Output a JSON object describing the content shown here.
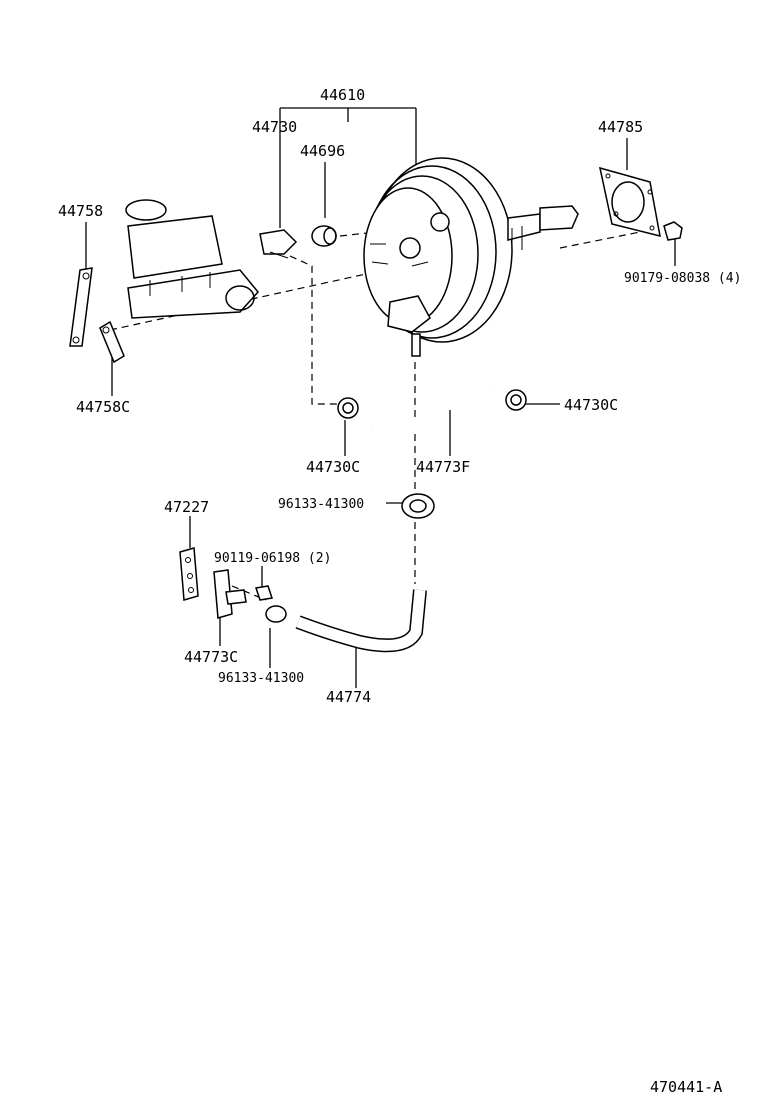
{
  "labels": {
    "p44610": "44610",
    "p44730": "44730",
    "p44696": "44696",
    "p44785": "44785",
    "p44758": "44758",
    "p90179": "90179-08038 (4)",
    "p44758c": "44758C",
    "p44730c_right": "44730C",
    "p44730c_left": "44730C",
    "p44773f": "44773F",
    "p47227": "47227",
    "p96133_top": "96133-41300",
    "p90119": "90119-06198 (2)",
    "p44773c": "44773C",
    "p96133_bottom": "96133-41300",
    "p44774": "44774"
  },
  "figure_code": "470441-A"
}
